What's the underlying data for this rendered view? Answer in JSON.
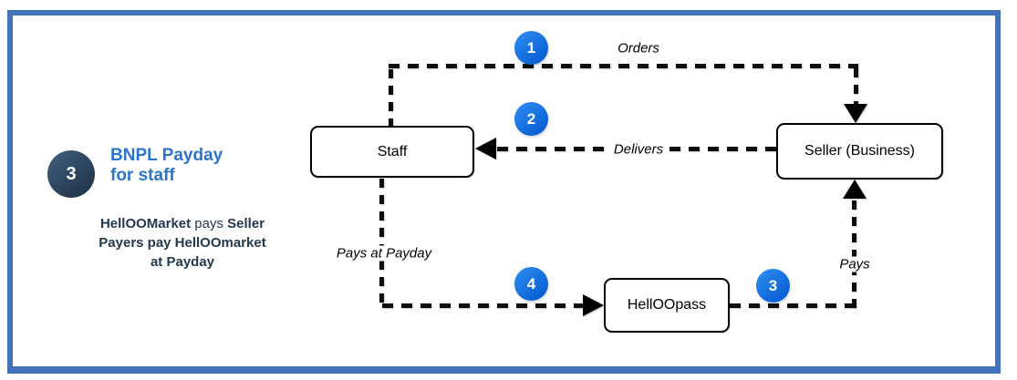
{
  "legend": {
    "badge_number": "3",
    "title_line1": "BNPL Payday",
    "title_line2": "for staff",
    "desc_line1_bold1": "HellOOMarket",
    "desc_line1_regular": " pays ",
    "desc_line1_bold2": "Seller",
    "desc_line2": "Payers pay HellOOmarket",
    "desc_line3": "at Payday"
  },
  "diagram": {
    "nodes": {
      "staff": {
        "label": "Staff"
      },
      "seller": {
        "label": "Seller (Business)"
      },
      "helloopass": {
        "label": "HellOOpass"
      }
    },
    "steps": {
      "s1": {
        "number": "1",
        "label": "Orders",
        "from": "Staff",
        "to": "Seller (Business)"
      },
      "s2": {
        "number": "2",
        "label": "Delivers",
        "from": "Seller (Business)",
        "to": "Staff"
      },
      "s3": {
        "number": "3",
        "label": "Pays",
        "from": "HellOOpass",
        "to": "Seller (Business)"
      },
      "s4": {
        "number": "4",
        "label": "Pays at Payday",
        "from": "Staff",
        "to": "HellOOpass"
      }
    }
  },
  "colors": {
    "frame_blue": "#4173bd",
    "title_blue": "#2e75c9",
    "step_badge_blue": "#0b61d5",
    "legend_badge_dark": "#2c4258",
    "text_dark": "#24384d",
    "line_black": "#0d0d0d"
  }
}
